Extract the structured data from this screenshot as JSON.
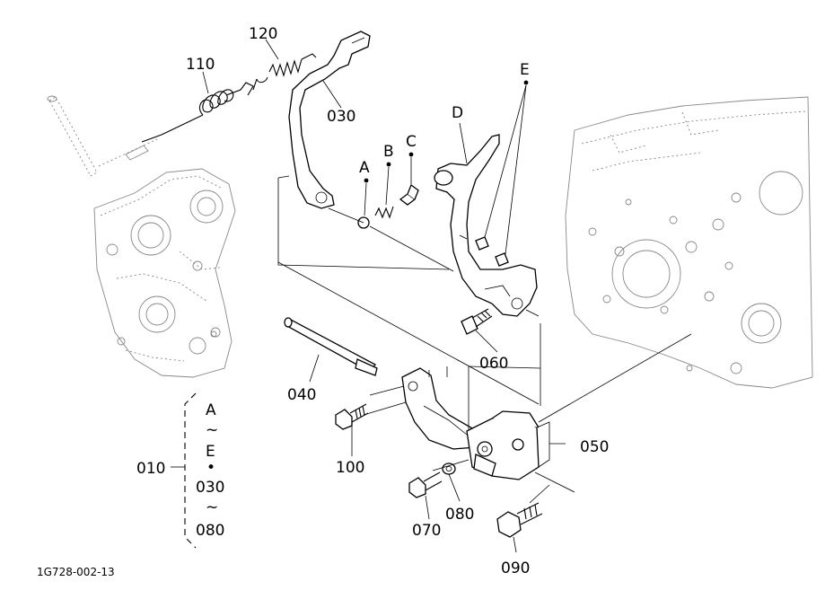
{
  "diagram": {
    "drawing_id": "1G728-002-13",
    "callouts": {
      "p010": "010",
      "p030": "030",
      "p040": "040",
      "p050": "050",
      "p060": "060",
      "p070": "070",
      "p080": "080",
      "p090": "090",
      "p100": "100",
      "p110": "110",
      "p120": "120"
    },
    "sub_parts": {
      "A": "A",
      "B": "B",
      "C": "C",
      "D": "D",
      "E": "E"
    },
    "group_bracket": {
      "range_start": "A",
      "tilde1": "~",
      "range_end": "E",
      "dot": "•",
      "range2_start": "030",
      "tilde2": "~",
      "range2_end": "080"
    }
  }
}
